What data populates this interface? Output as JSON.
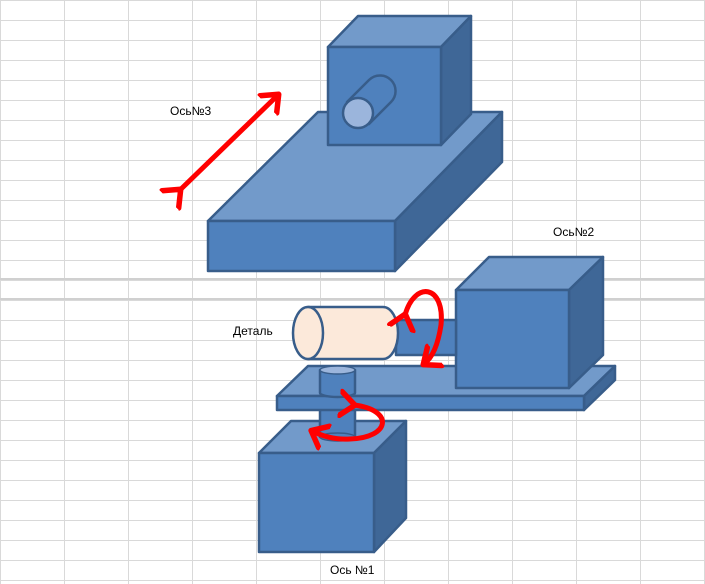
{
  "labels": {
    "axis3": "Ось№3",
    "axis2": "Ось№2",
    "part": "Деталь",
    "axis1": "Ось №1"
  },
  "colors": {
    "front": "#4f81bd",
    "top": "#729aca",
    "side": "#3f6797",
    "stroke": "#385d8a",
    "part": "#fce9da",
    "arrow": "#ff0000"
  }
}
